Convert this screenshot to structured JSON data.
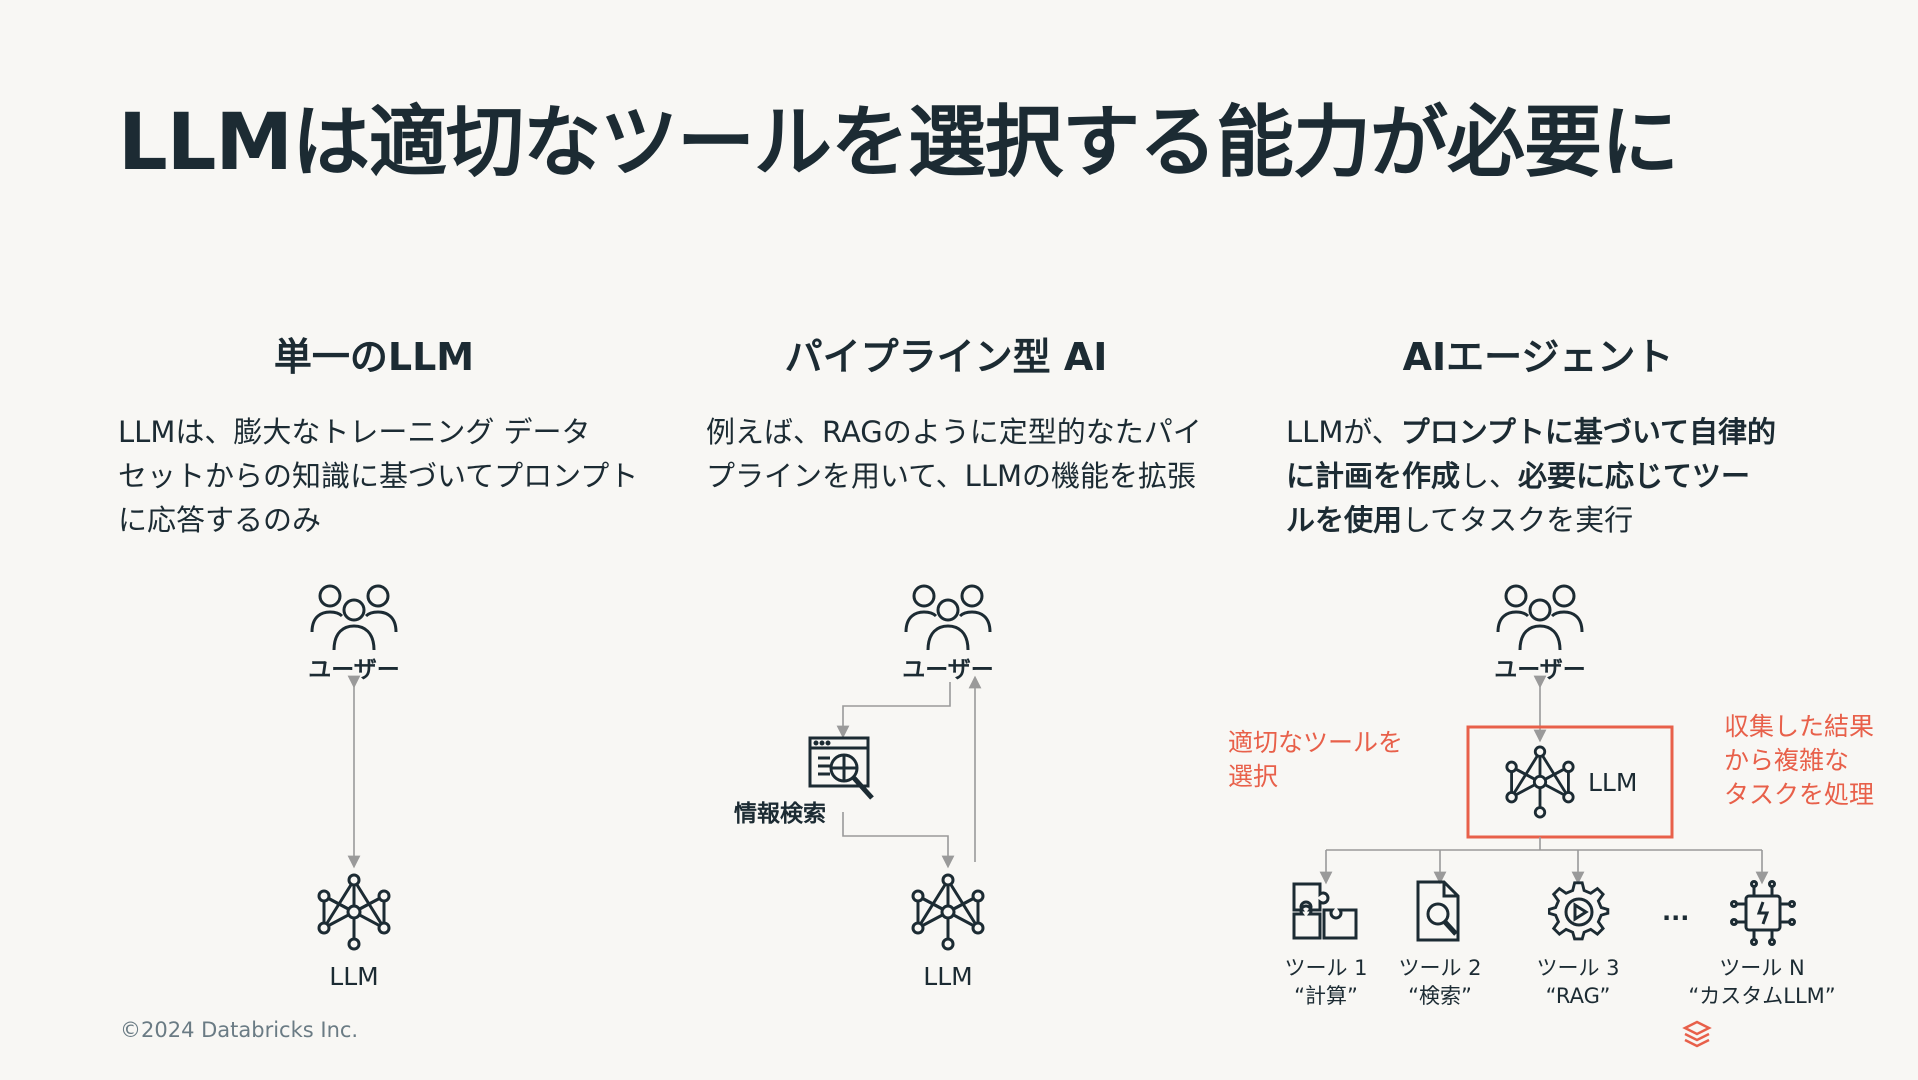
{
  "title": "LLMは適切なツールを選択する能力が必要に",
  "columns": [
    {
      "heading": "単一のLLM",
      "desc_lines": [
        [
          "LLMは、膨大なトレーニング データ"
        ],
        [
          "セットからの知識に基づいてプロンプト"
        ],
        [
          "に応答するのみ"
        ]
      ],
      "user_label": "ユーザー",
      "llm_label": "LLM"
    },
    {
      "heading": "パイプライン型 AI",
      "desc_lines": [
        [
          "例えば、RAGのように定型的なたパイ"
        ],
        [
          "プラインを用いて、LLMの機能を拡張"
        ]
      ],
      "user_label": "ユーザー",
      "retrieval_label": "情報検索",
      "llm_label": "LLM"
    },
    {
      "heading": "AIエージェント",
      "desc_part1": "LLMが、",
      "desc_bold1": "プロンプトに基づいて自律的",
      "desc_bold2": "に計画を作成",
      "desc_part2": "し、",
      "desc_bold3": "必要に応じてツー",
      "desc_bold4": "ルを使用",
      "desc_part3": "してタスクを実行",
      "user_label": "ユーザー",
      "llm_label": "LLM",
      "note_left": [
        "適切なツールを",
        "選択"
      ],
      "note_right": [
        "収集した結果",
        "から複雑な",
        "タスクを処理"
      ],
      "tools": [
        {
          "line1": "ツール 1",
          "line2": "“計算”",
          "icon": "puzzle-icon"
        },
        {
          "line1": "ツール 2",
          "line2": "“検索”",
          "icon": "document-search-icon"
        },
        {
          "line1": "ツール 3",
          "line2": "“RAG”",
          "icon": "gear-icon"
        },
        {
          "line1": "ツール N",
          "line2": "“カスタムLLM”",
          "icon": "chip-icon"
        }
      ],
      "ellipsis": "..."
    }
  ],
  "footer": "©2024 Databricks Inc.",
  "colors": {
    "accent": "#e8604a",
    "text": "#1c2b33",
    "line": "#9a9a9a",
    "background": "#f8f7f4"
  }
}
